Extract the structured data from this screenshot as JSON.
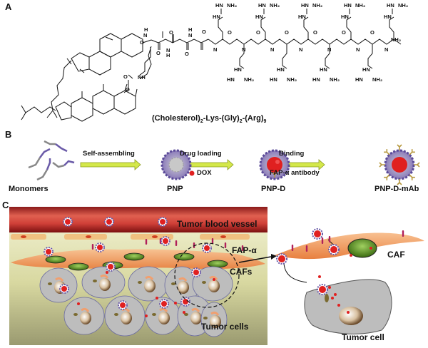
{
  "panels": {
    "a": {
      "label": "A",
      "caption_parts": [
        "(Cholesterol)",
        "2",
        "-Lys-(Gly)",
        "2",
        "-(Arg)",
        "9"
      ],
      "groups": {
        "guanidine_top": "HN",
        "nh2": "NH2",
        "hn": "HN",
        "nh": "NH",
        "o": "O",
        "h": "H",
        "amide_end": "NH2"
      }
    },
    "b": {
      "label": "B",
      "stages": [
        {
          "name": "Monomers"
        },
        {
          "name": "PNP"
        },
        {
          "name": "PNP-D"
        },
        {
          "name": "PNP-D-mAb"
        }
      ],
      "arrows": [
        {
          "label": "Self-assembling",
          "sub": ""
        },
        {
          "label": "Drug loading",
          "sub": "DOX",
          "sub_icon": "red-dot"
        },
        {
          "label": "Binding",
          "sub": "FAP-α antibody",
          "sub_icon": "antibody-y"
        }
      ]
    },
    "c": {
      "label": "C",
      "labels": {
        "vessel": "Tumor blood vessel",
        "fap": "FAP-α",
        "cafs": "CAFs",
        "tumor_cells": "Tumor cells",
        "caf": "CAF",
        "tumor_cell": "Tumor cell"
      }
    }
  },
  "colors": {
    "arrow_fill": "#d4e84a",
    "vessel": "#c0282a",
    "caf": "#f0a060",
    "nucleus_green": "#6a9a2a",
    "tumor_cell": "#bdbdbd",
    "dox": "#e02020",
    "polymer": "#6a5aa8",
    "antibody": "#b89a40"
  }
}
